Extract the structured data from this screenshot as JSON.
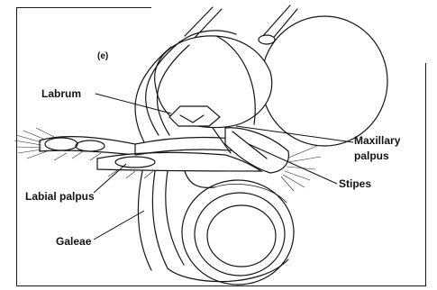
{
  "figure": {
    "panel_letter": "(e)",
    "labels": {
      "labrum": "Labrum",
      "maxillary_palpus_line1": "Maxillary",
      "maxillary_palpus_line2": "palpus",
      "stipes": "Stipes",
      "labial_palpus": "Labial palpus",
      "galeae": "Galeae"
    }
  }
}
